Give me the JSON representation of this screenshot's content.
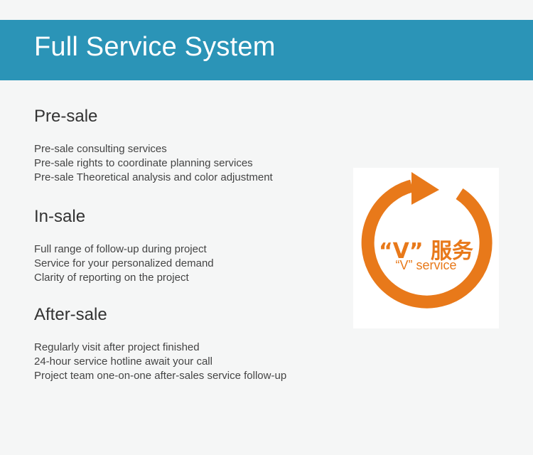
{
  "banner": {
    "title": "Full Service System"
  },
  "sections": [
    {
      "heading": "Pre-sale",
      "items": [
        "Pre-sale consulting services",
        "Pre-sale rights to coordinate planning services",
        "Pre-sale Theoretical analysis and color adjustment"
      ]
    },
    {
      "heading": "In-sale",
      "items": [
        "Full range of follow-up during project",
        "Service for your personalized demand",
        "Clarity of reporting on the project"
      ]
    },
    {
      "heading": "After-sale",
      "items": [
        "Regularly visit after project finished",
        "24-hour service hotline await your call",
        "Project team one-on-one after-sales service follow-up"
      ]
    }
  ],
  "logo": {
    "cn_text": "“V” 服务",
    "en_text": "“V” service",
    "icon": "circular-arrow-icon",
    "color": "#e8791a"
  },
  "colors": {
    "banner": "#2b94b7",
    "background": "#f5f6f6",
    "accent": "#e8791a"
  }
}
